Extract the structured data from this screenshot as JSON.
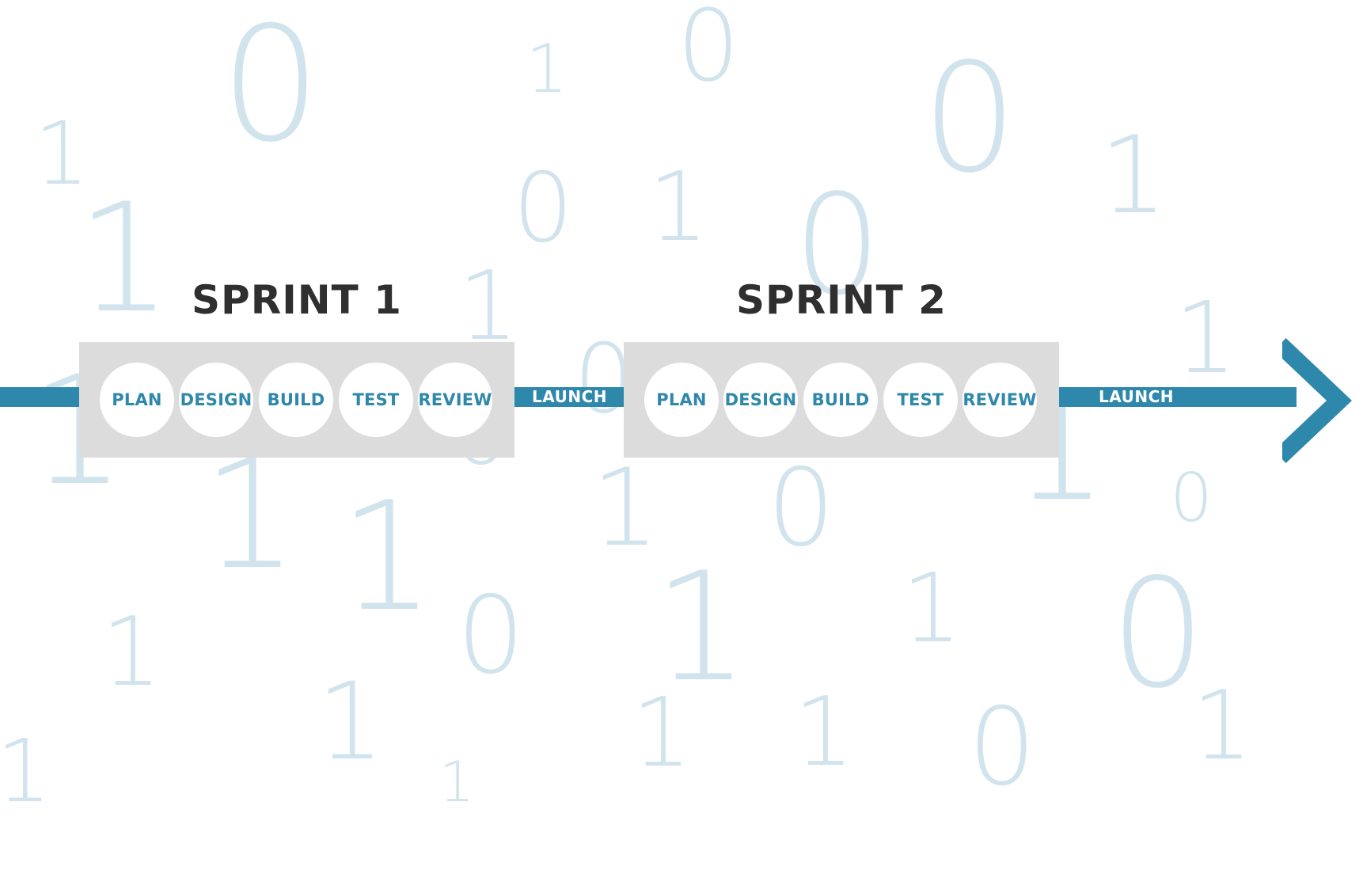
{
  "background_digits": [
    "1",
    "0",
    "1",
    "0",
    "1",
    "0",
    "1",
    "0",
    "1",
    "0",
    "1",
    "0",
    "1",
    "0",
    "1",
    "0",
    "1",
    "1",
    "1",
    "1",
    "0",
    "1",
    "1",
    "0",
    "1",
    "0",
    "1",
    "1",
    "1",
    "0",
    "1",
    "1",
    "1",
    "1",
    "1",
    "1",
    "1",
    "1",
    "0"
  ],
  "sprints": [
    {
      "title": "SPRINT 1",
      "phases": [
        "PLAN",
        "DESIGN",
        "BUILD",
        "TEST",
        "REVIEW"
      ],
      "launch_label": "LAUNCH"
    },
    {
      "title": "SPRINT 2",
      "phases": [
        "PLAN",
        "DESIGN",
        "BUILD",
        "TEST",
        "REVIEW"
      ],
      "launch_label": "LAUNCH"
    }
  ],
  "colors": {
    "accent": "#2e88ab",
    "box": "#dcdcdc",
    "digits": "#d1e3ec",
    "title": "#2f2f2f"
  }
}
